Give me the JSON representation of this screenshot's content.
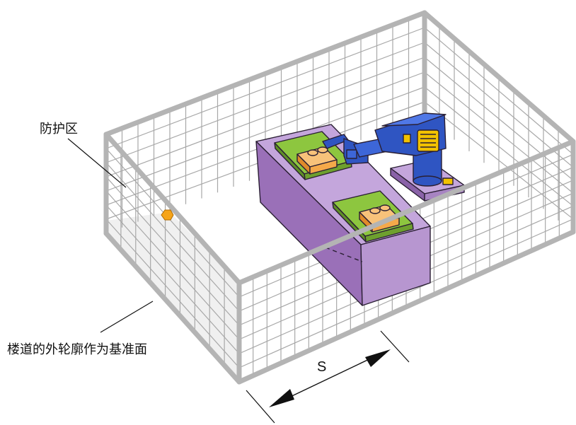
{
  "labels": {
    "protection_zone": "防护区",
    "reference_plane": "楼道的外轮廓作为基准面",
    "distance_symbol": "S"
  },
  "colors": {
    "fence": "#b4b4b4",
    "machine_body": "#9a70b8",
    "work_plate": "#8dc63f",
    "workpiece": "#f5a94a",
    "robot_arm": "#2f55c2",
    "arm_detail": "#f2c200",
    "reference_plane_fill": "#f0f0f0",
    "sensor": "#f6a418"
  },
  "icons": {
    "sensor": "hexagon-sensor-icon"
  }
}
